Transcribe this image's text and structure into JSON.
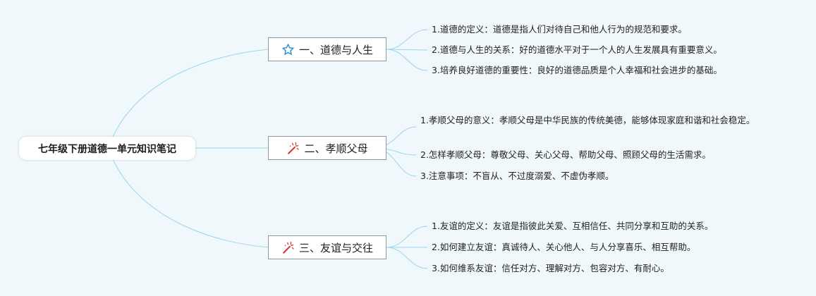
{
  "root": {
    "title": "七年级下册道德一单元知识笔记"
  },
  "topics": [
    {
      "title": "一、道德与人生",
      "icon": "star-outline-icon",
      "icon_color": "#2d8fd1",
      "items": [
        "1.道德的定义：道德是指人们对待自己和他人行为的规范和要求。",
        "2.道德与人生的关系：好的道德水平对于一个人的人生发展具有重要意义。",
        "3.培养良好道德的重要性：良好的道德品质是个人幸福和社会进步的基础。"
      ]
    },
    {
      "title": "二、孝顺父母",
      "icon": "magic-wand-icon",
      "icon_color": "#d9322b",
      "items": [
        "1.孝顺父母的意义：孝顺父母是中华民族的传统美德，能够体现家庭和谐和社会稳定。",
        "2.怎样孝顺父母：尊敬父母、关心父母、帮助父母、照顾父母的生活需求。",
        "3.注意事项：不盲从、不过度溺爱、不虚伪孝顺。"
      ]
    },
    {
      "title": "三、友谊与交往",
      "icon": "magic-wand-icon",
      "icon_color": "#d9322b",
      "items": [
        "1.友谊的定义：友谊是指彼此关爱、互相信任、共同分享和互助的关系。",
        "2.如何建立友谊：真诚待人、关心他人、与人分享喜乐、相互帮助。",
        "3.如何维系友谊：信任对方、理解对方、包容对方、有耐心。"
      ]
    }
  ],
  "colors": {
    "background": "#f1f8fb",
    "connector": "#9bd5ec",
    "topic_border": "#8f9aa0",
    "text": "#222222"
  }
}
